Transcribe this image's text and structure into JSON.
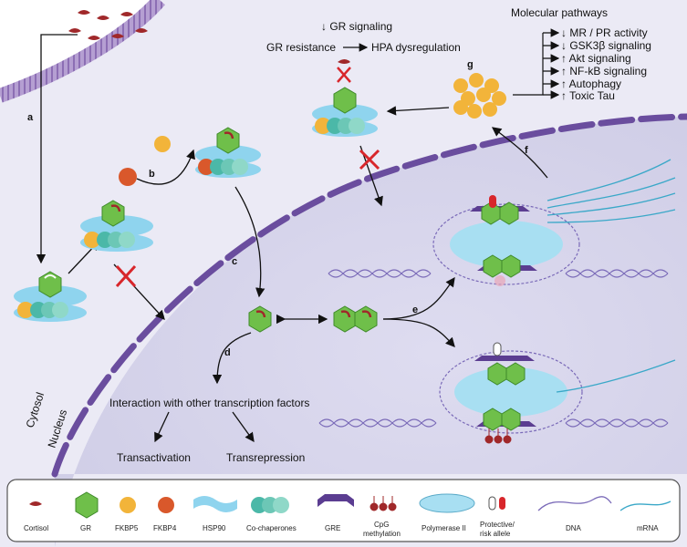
{
  "top_text": {
    "gr_signaling": "↓ GR signaling",
    "gr_resistance": "GR resistance",
    "hpa": "HPA dysregulation"
  },
  "molecular_pathways": {
    "title": "Molecular pathways",
    "items": [
      "↓ MR / PR activity",
      "↓ GSK3β signaling",
      "↑ Akt signaling",
      "↑ NF-kB signaling",
      "↑ Autophagy",
      "↑ Toxic Tau"
    ]
  },
  "steps": {
    "a": "a",
    "b": "b",
    "c": "c",
    "d": "d",
    "e": "e",
    "f": "f",
    "g": "g"
  },
  "compartments": {
    "cytosol": "Cytosol",
    "nucleus": "Nucleus"
  },
  "outcomes": {
    "interaction": "Interaction with other transcription factors",
    "transactivation": "Transactivation",
    "transrepression": "Transrepression"
  },
  "legend": [
    {
      "label": "Cortisol"
    },
    {
      "label": "GR"
    },
    {
      "label": "FKBP5"
    },
    {
      "label": "FKBP4"
    },
    {
      "label": "HSP90"
    },
    {
      "label": "Co-chaperones"
    },
    {
      "label": "GRE"
    },
    {
      "label": "CpG methylation",
      "line1": "CpG",
      "line2": "methylation"
    },
    {
      "label": "Polymerase II"
    },
    {
      "label": "Protective/ risk allele",
      "line1": "Protective/",
      "line2": "risk allele"
    },
    {
      "label": "DNA"
    },
    {
      "label": "mRNA"
    }
  ],
  "colors": {
    "cytoplasm": "#e8e7f3",
    "nucleus": "#d9d8ec",
    "membrane": "#7a5aa8",
    "nuclear_envelope": "#6a4d9e",
    "cortisol": "#a0282a",
    "gr": "#6fbf4a",
    "fkbp5": "#f2b43a",
    "fkbp4": "#d9582b",
    "hsp90": "#8fd4ee",
    "cochaperone": "#4bb8a8",
    "gre": "#5b3d91",
    "polymerase": "#a8dff2",
    "inhibit": "#d8262b"
  }
}
